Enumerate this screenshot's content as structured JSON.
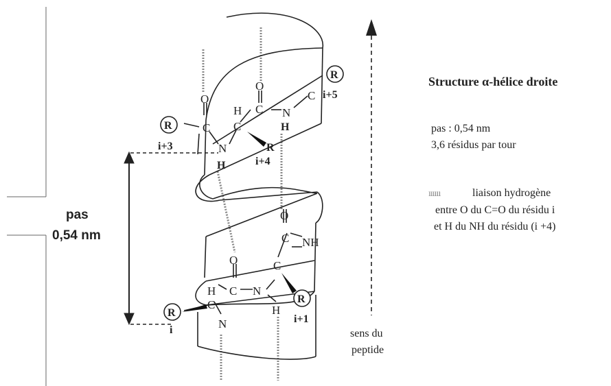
{
  "title": "Structure  α-hélice droite",
  "pitch_line": "pas : 0,54 nm",
  "residues_line": "3,6 résidus par tour",
  "hbond_legend": {
    "symbol": "ıııııı",
    "line1": "liaison hydrogène",
    "line2": "entre O du C=O du résidu i",
    "line3": "et H du NH du résidu (i +4)"
  },
  "pitch_label": {
    "line1": "pas",
    "line2": "0,54 nm"
  },
  "direction_label": {
    "line1": "sens du",
    "line2": "peptide"
  },
  "residue_labels": {
    "r_i": "i",
    "r_i1": "i+1",
    "r_i3": "i+3",
    "r_i4": "i+4",
    "r_i5": "i+5",
    "r_symbol": "R"
  },
  "atoms": {
    "C": "C",
    "O": "O",
    "N": "N",
    "H": "H",
    "NH": "NH",
    "dash": "—"
  },
  "colors": {
    "ink": "#222222",
    "axis": "#333333",
    "background": "#ffffff"
  }
}
